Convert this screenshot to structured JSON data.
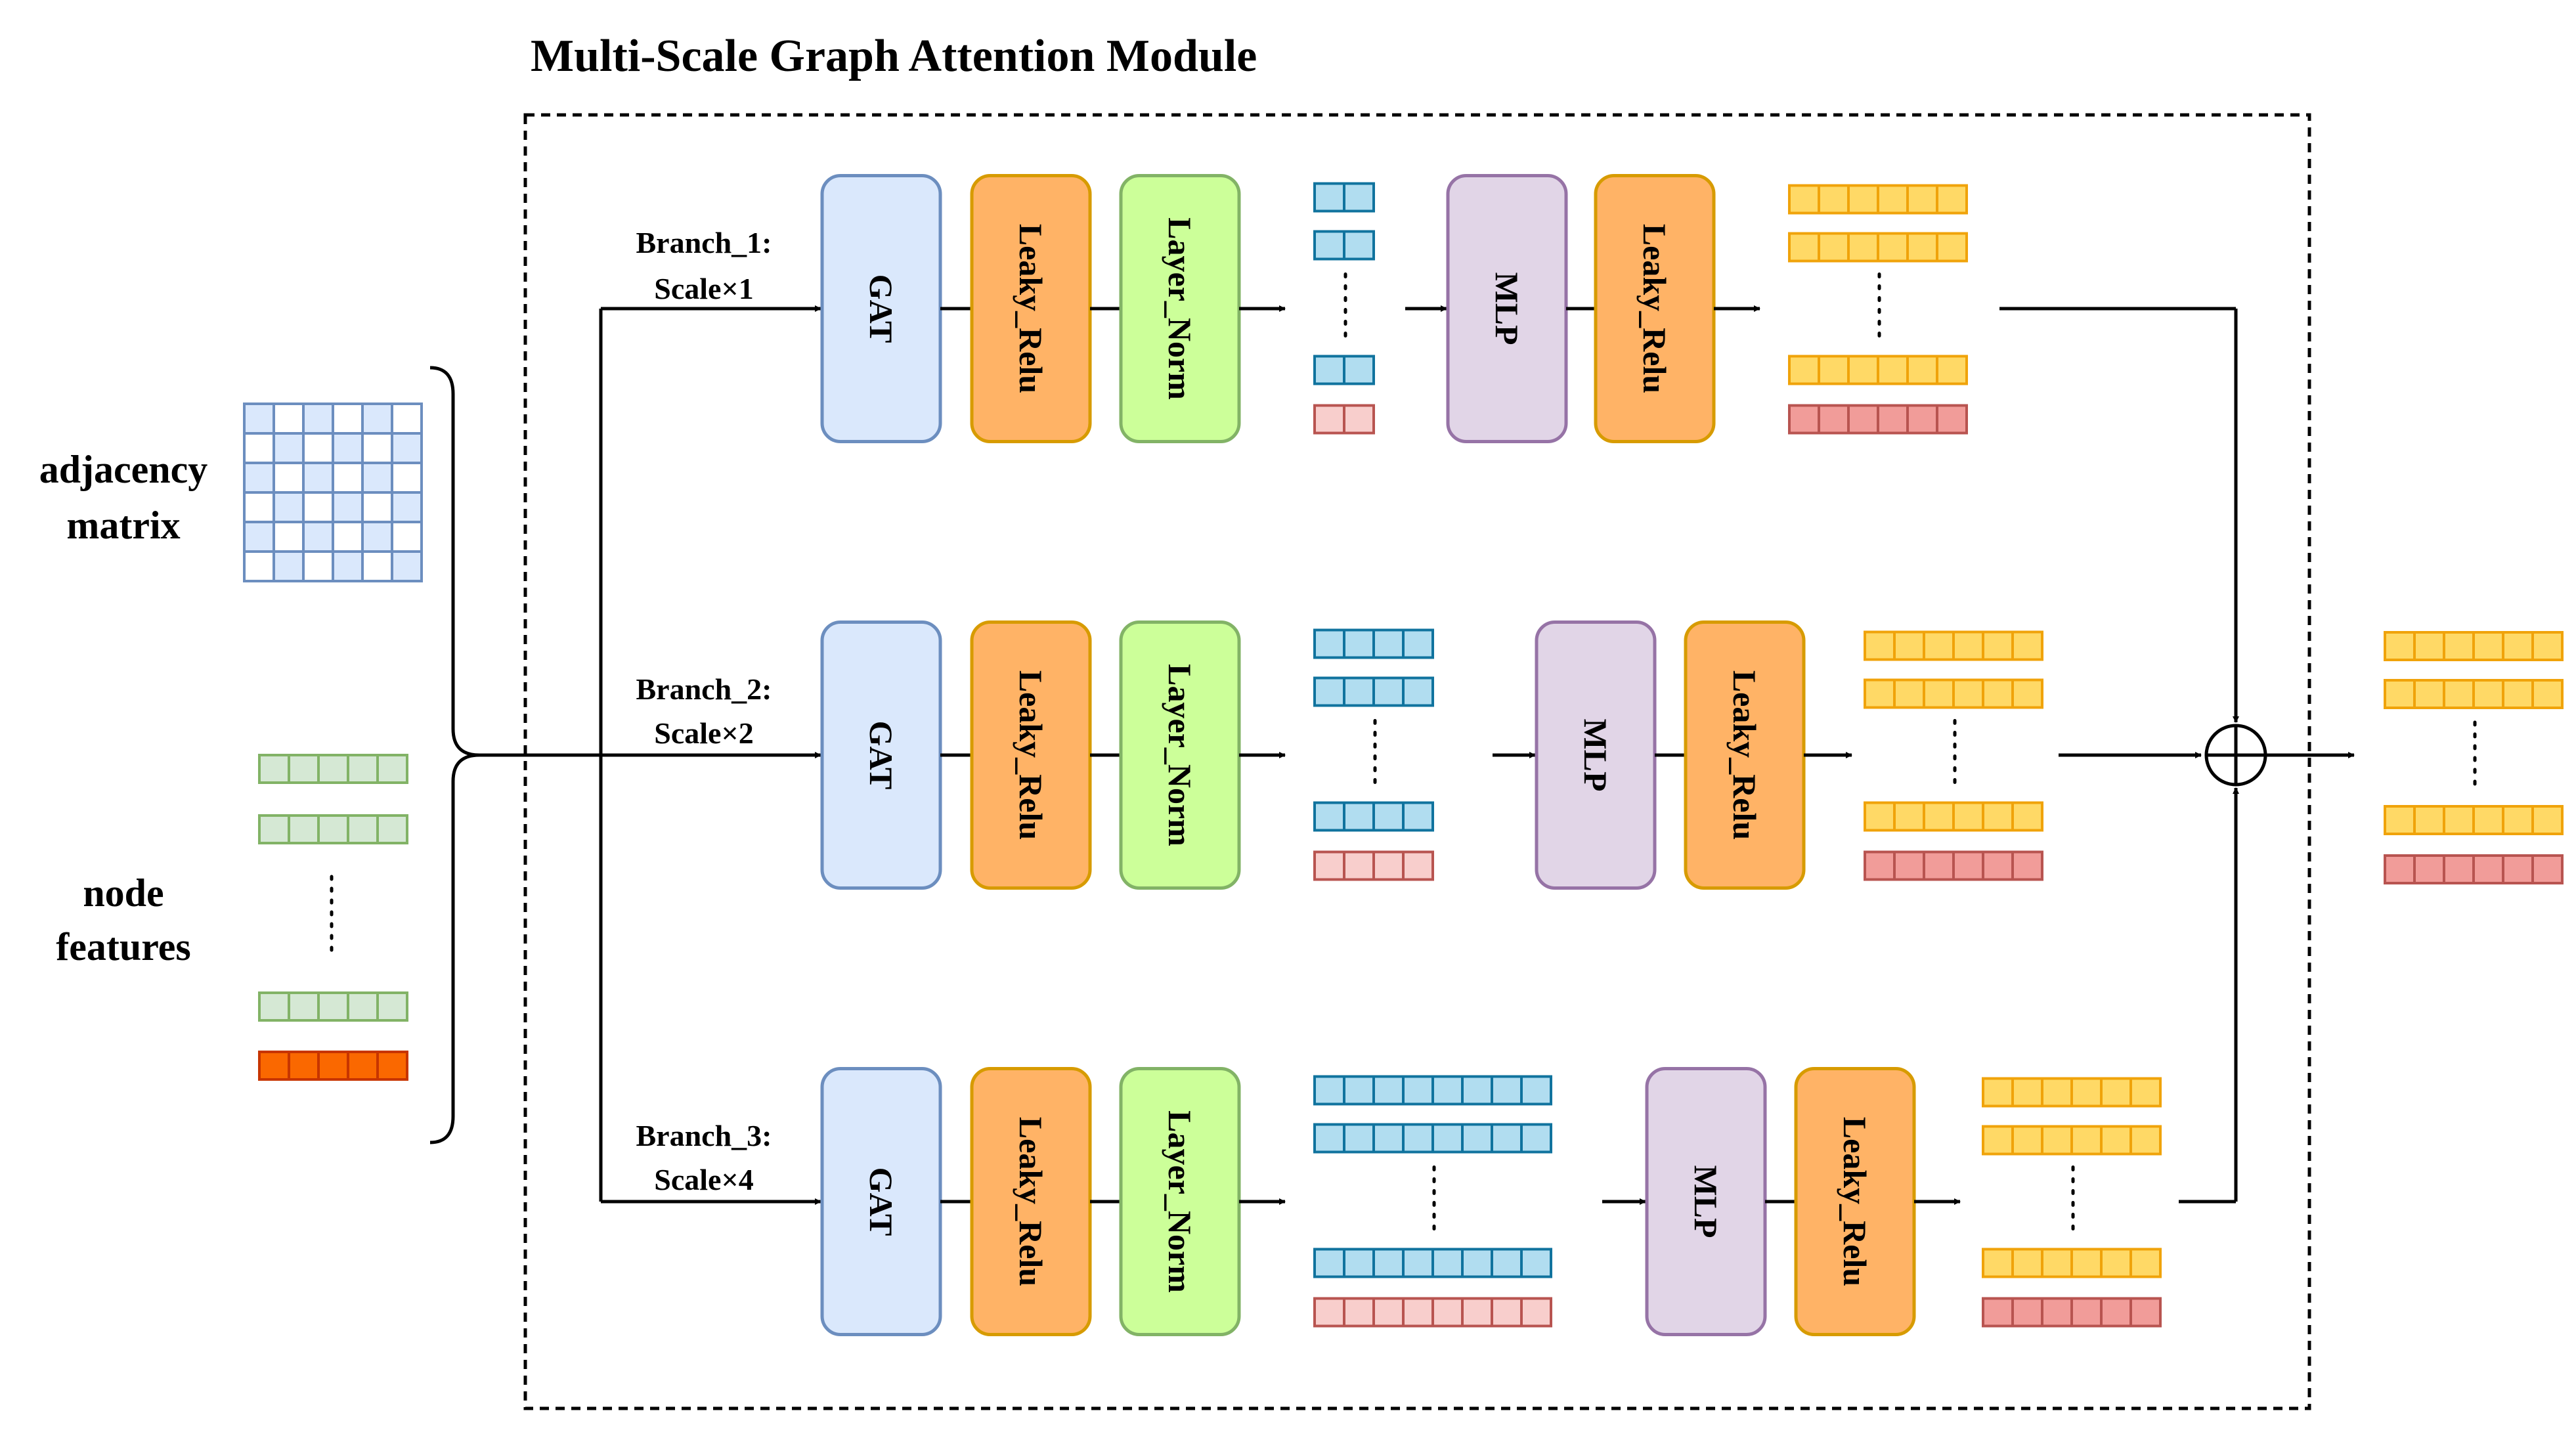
{
  "title": "Multi-Scale Graph Attention Module",
  "inputs": {
    "adjacency_label_line1": "adjacency",
    "adjacency_label_line2": "matrix",
    "node_label_line1": "node",
    "node_label_line2": "features"
  },
  "branches": [
    {
      "label_line1": "Branch_1:",
      "label_line2": "Scale×1",
      "gat": "GAT",
      "act1": "Leaky_Relu",
      "norm": "Layer_Norm",
      "mlp": "MLP",
      "act2": "Leaky_Relu",
      "mid_cells": 2
    },
    {
      "label_line1": "Branch_2:",
      "label_line2": "Scale×2",
      "gat": "GAT",
      "act1": "Leaky_Relu",
      "norm": "Layer_Norm",
      "mlp": "MLP",
      "act2": "Leaky_Relu",
      "mid_cells": 4
    },
    {
      "label_line1": "Branch_3:",
      "label_line2": "Scale×4",
      "gat": "GAT",
      "act1": "Leaky_Relu",
      "norm": "Layer_Norm",
      "mlp": "MLP",
      "act2": "Leaky_Relu",
      "mid_cells": 8
    }
  ],
  "colors": {
    "gat_fill": "#dae8fc",
    "gat_stroke": "#6c8ebf",
    "act_fill": "#ffb366",
    "act_stroke": "#d79b00",
    "norm_fill": "#ccff99",
    "norm_stroke": "#82b366",
    "mlp_fill": "#e1d5e7",
    "mlp_stroke": "#9673a6",
    "blue_cell": "#b1ddf0",
    "blue_stroke": "#10739e",
    "pink_cell": "#f8cecc",
    "pink_stroke": "#b85450",
    "yellow_cell": "#ffd966",
    "yellow_stroke": "#f0a30a",
    "red_cell": "#f19c99",
    "red_stroke": "#b85450",
    "green_cell": "#d5e8d4",
    "green_stroke": "#82b366",
    "orange_cell": "#fa6800",
    "orange_stroke": "#c73500",
    "adj_fill": "#dae8fc",
    "adj_stroke": "#6c8ebf"
  }
}
